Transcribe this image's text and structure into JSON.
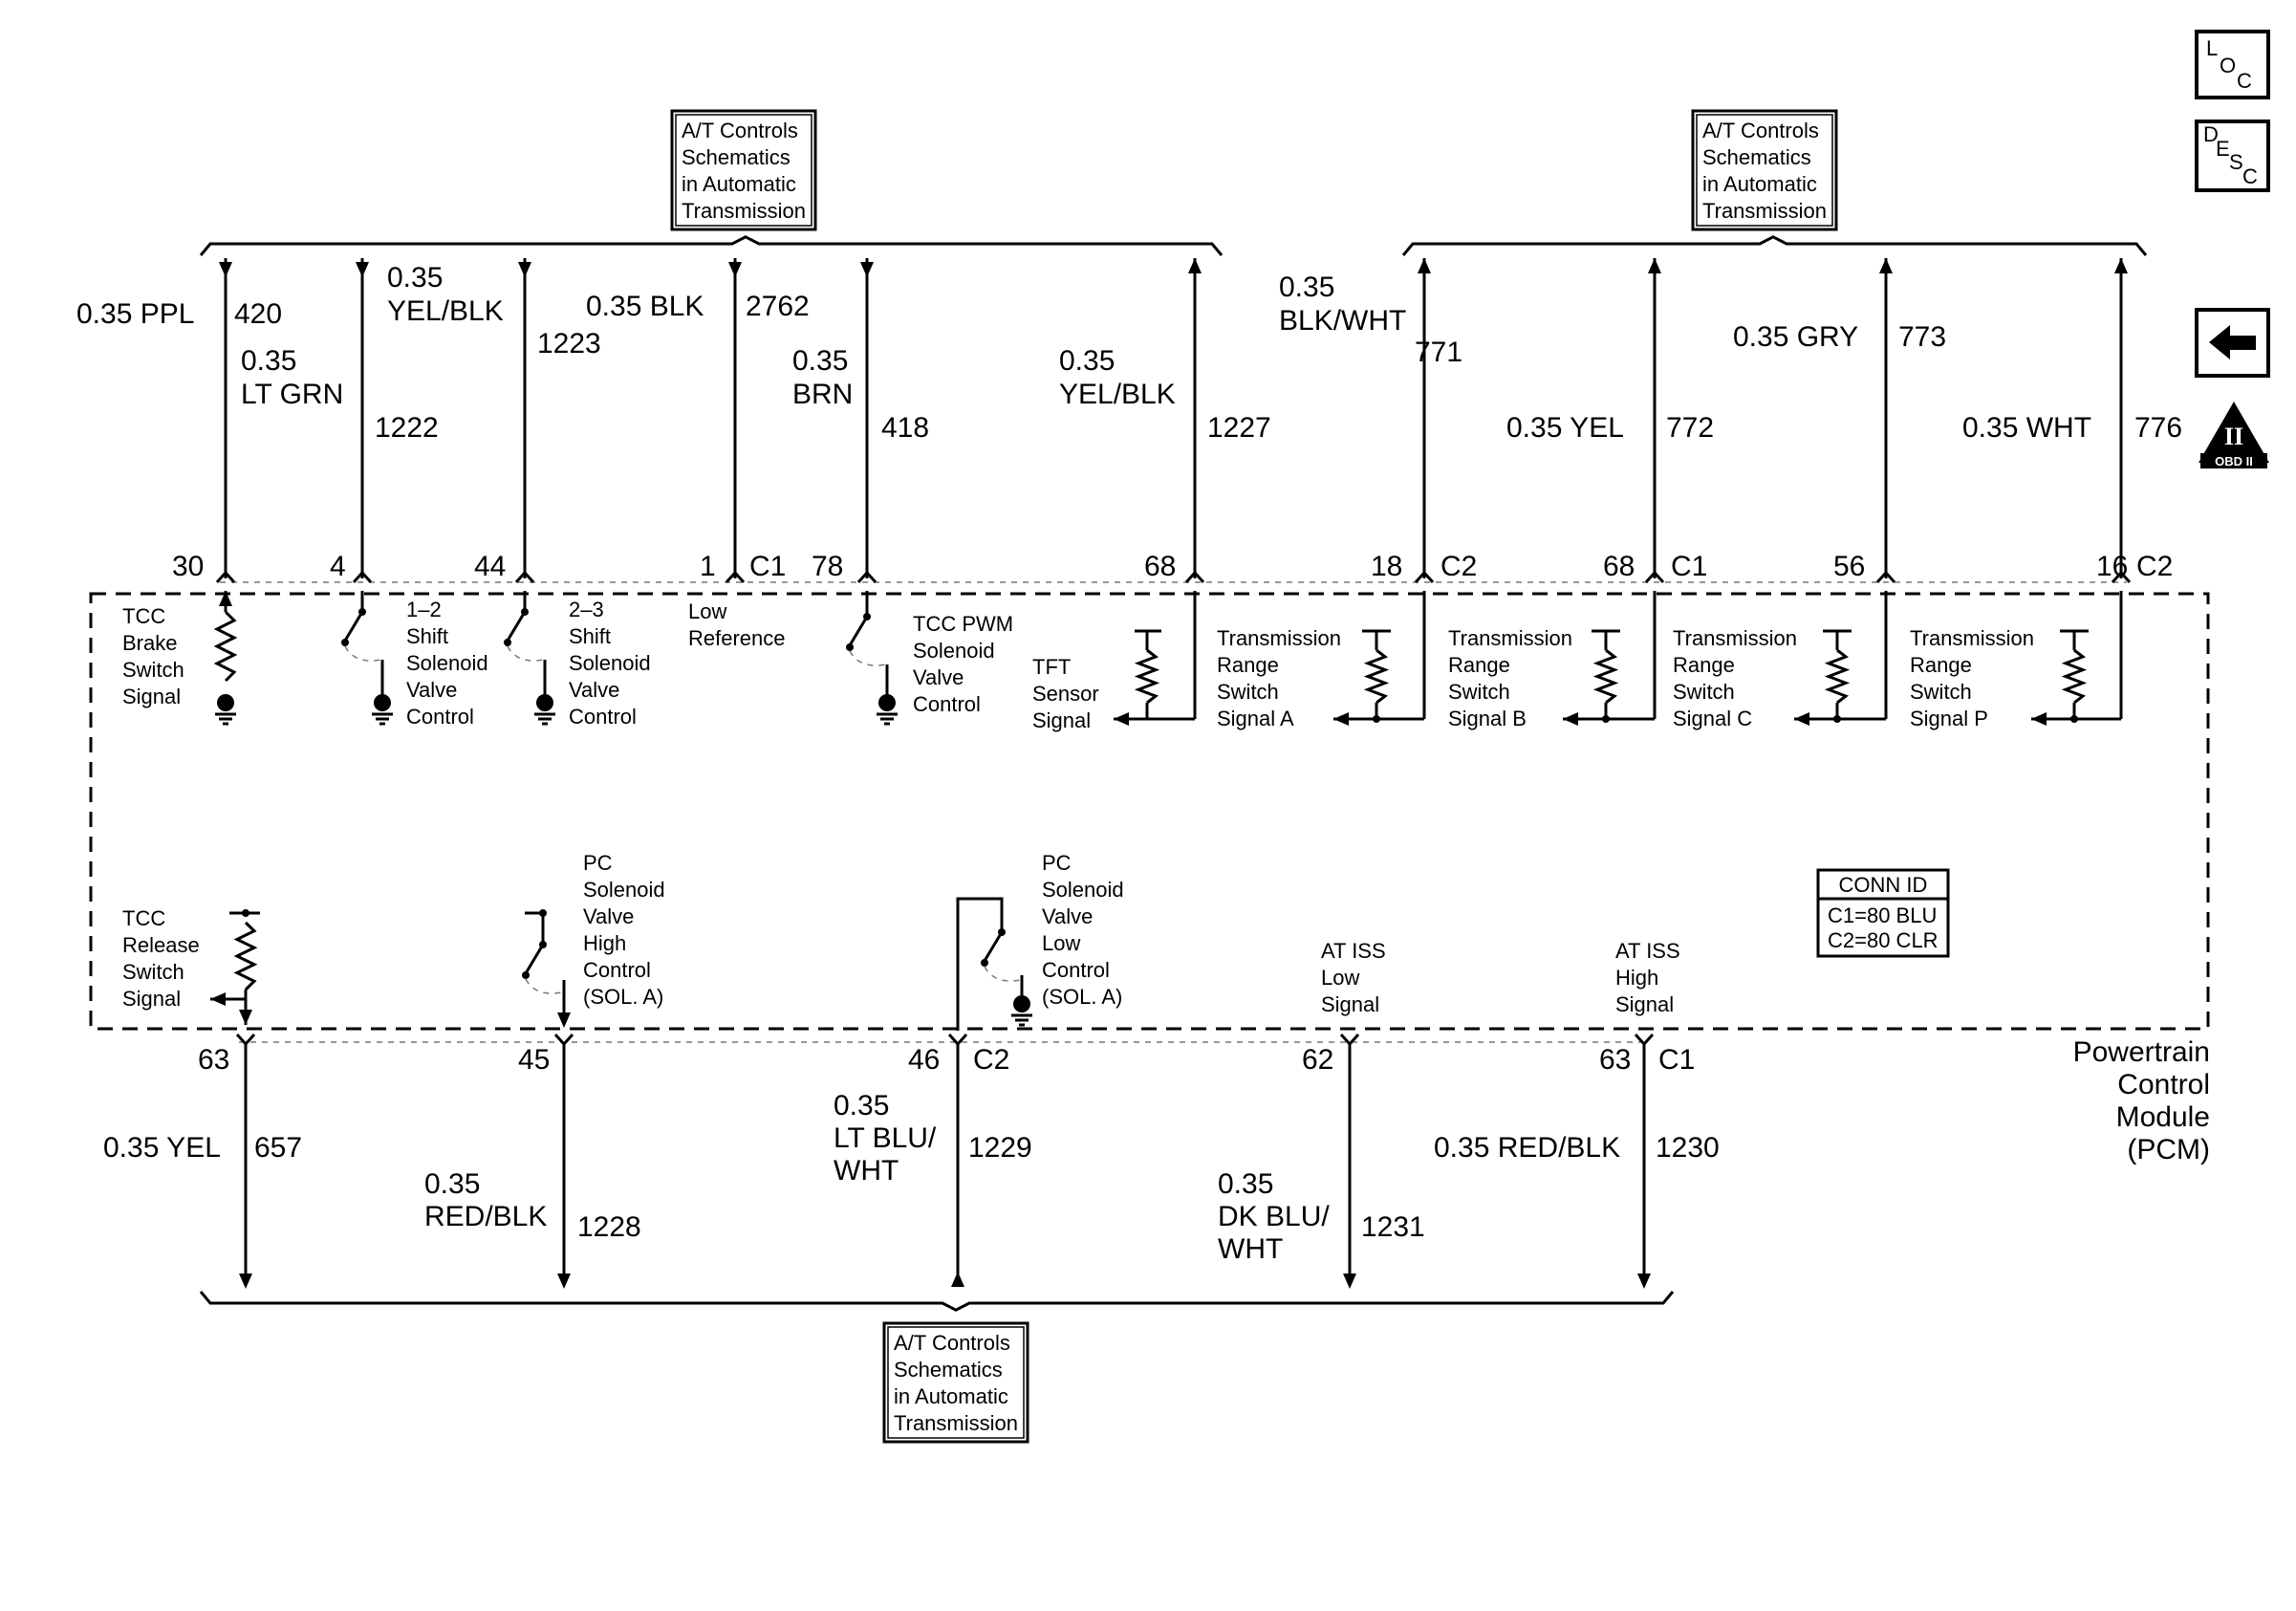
{
  "ref_box_label": [
    "A/T Controls",
    "Schematics",
    "in Automatic",
    "Transmission"
  ],
  "nav": {
    "loc": "LOC",
    "desc": "DESC",
    "obd": "OBD II",
    "obd_numeral": "II"
  },
  "top_wires": [
    {
      "gauge_color": [
        "0.35 PPL"
      ],
      "circuit": "420",
      "pin": "30",
      "connector": ""
    },
    {
      "gauge_color": [
        "0.35",
        "LT GRN"
      ],
      "circuit": "1222",
      "pin": "4",
      "connector": ""
    },
    {
      "gauge_color": [
        "0.35",
        "YEL/BLK"
      ],
      "circuit": "1223",
      "pin": "44",
      "connector": ""
    },
    {
      "gauge_color": [
        "0.35 BLK"
      ],
      "circuit": "2762",
      "pin": "1",
      "connector": "C1"
    },
    {
      "gauge_color": [
        "0.35",
        "BRN"
      ],
      "circuit": "418",
      "pin": "78",
      "connector": ""
    },
    {
      "gauge_color": [
        "0.35",
        "YEL/BLK"
      ],
      "circuit": "1227",
      "pin": "68",
      "connector": ""
    },
    {
      "gauge_color": [
        "0.35",
        "BLK/WHT"
      ],
      "circuit": "771",
      "pin": "18",
      "connector": "C2"
    },
    {
      "gauge_color": [
        "0.35 YEL"
      ],
      "circuit": "772",
      "pin": "68",
      "connector": "C1"
    },
    {
      "gauge_color": [
        "0.35 GRY"
      ],
      "circuit": "773",
      "pin": "56",
      "connector": ""
    },
    {
      "gauge_color": [
        "0.35 WHT"
      ],
      "circuit": "776",
      "pin": "16",
      "connector": "C2"
    }
  ],
  "bottom_wires": [
    {
      "gauge_color": [
        "0.35 YEL"
      ],
      "circuit": "657",
      "pin": "63",
      "connector": ""
    },
    {
      "gauge_color": [
        "0.35",
        "RED/BLK"
      ],
      "circuit": "1228",
      "pin": "45",
      "connector": ""
    },
    {
      "gauge_color": [
        "0.35",
        "LT BLU/",
        "WHT"
      ],
      "circuit": "1229",
      "pin": "46",
      "connector": "C2"
    },
    {
      "gauge_color": [
        "0.35",
        "DK BLU/",
        "WHT"
      ],
      "circuit": "1231",
      "pin": "62",
      "connector": ""
    },
    {
      "gauge_color": [
        "0.35 RED/BLK"
      ],
      "circuit": "1230",
      "pin": "63",
      "connector": "C1"
    }
  ],
  "internal_labels": {
    "tcc_brake": [
      "TCC",
      "Brake",
      "Switch",
      "Signal"
    ],
    "shift_12": [
      "1–2",
      "Shift",
      "Solenoid",
      "Valve",
      "Control"
    ],
    "shift_23": [
      "2–3",
      "Shift",
      "Solenoid",
      "Valve",
      "Control"
    ],
    "low_ref": [
      "Low",
      "Reference"
    ],
    "tcc_pwm": [
      "TCC PWM",
      "Solenoid",
      "Valve",
      "Control"
    ],
    "tft": [
      "TFT",
      "Sensor",
      "Signal"
    ],
    "trs_a": [
      "Transmission",
      "Range",
      "Switch",
      "Signal A"
    ],
    "trs_b": [
      "Transmission",
      "Range",
      "Switch",
      "Signal B"
    ],
    "trs_c": [
      "Transmission",
      "Range",
      "Switch",
      "Signal C"
    ],
    "trs_p": [
      "Transmission",
      "Range",
      "Switch",
      "Signal P"
    ],
    "tcc_release": [
      "TCC",
      "Release",
      "Switch",
      "Signal"
    ],
    "pc_high": [
      "PC",
      "Solenoid",
      "Valve",
      "High",
      "Control",
      "(SOL. A)"
    ],
    "pc_low": [
      "PC",
      "Solenoid",
      "Valve",
      "Low",
      "Control",
      "(SOL. A)"
    ],
    "iss_low": [
      "AT ISS",
      "Low",
      "Signal"
    ],
    "iss_high": [
      "AT ISS",
      "High",
      "Signal"
    ]
  },
  "conn_id": {
    "title": "CONN ID",
    "lines": [
      "C1=80 BLU",
      "C2=80 CLR"
    ]
  },
  "module_label": [
    "Powertrain",
    "Control",
    "Module",
    "(PCM)"
  ]
}
